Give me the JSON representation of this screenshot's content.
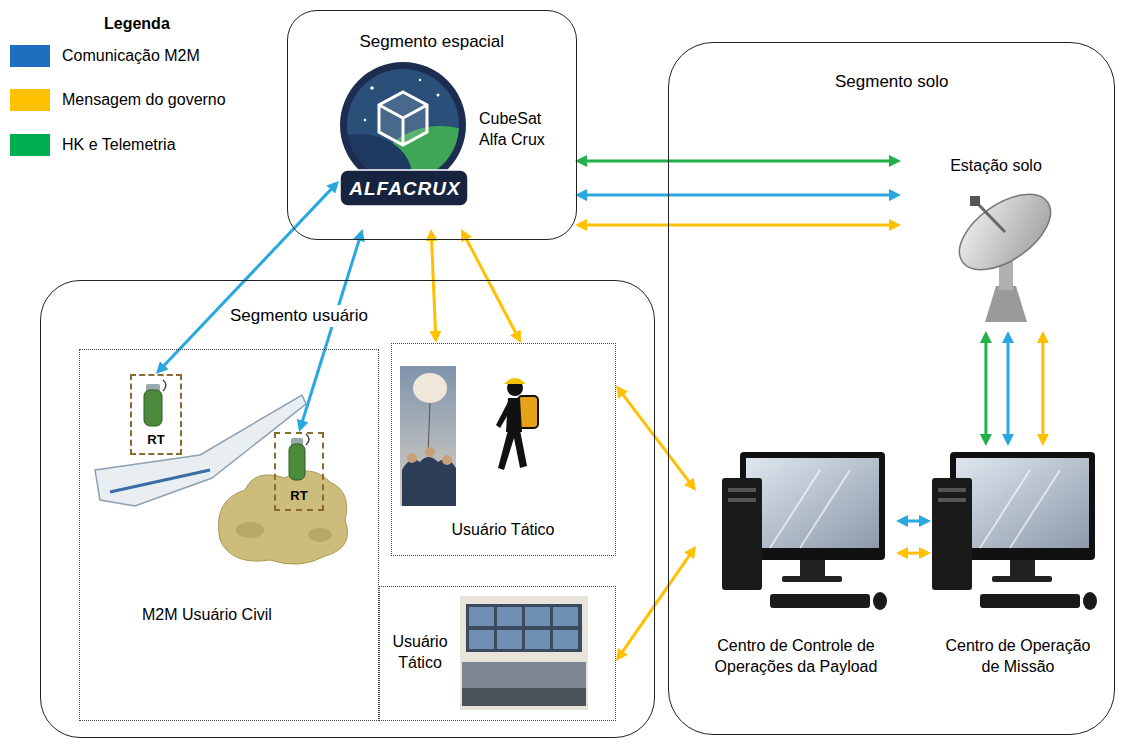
{
  "diagram": {
    "nodes": [
      {
        "text": [
          "Segmento espacial"
        ]
      },
      {
        "text": [
          "ALFACRUX",
          "CubeSat Alfa Crux"
        ],
        "in": 0
      },
      {
        "text": [
          "Segmento solo"
        ]
      },
      {
        "text": [
          "Estação solo"
        ],
        "in": 2
      },
      {
        "text": [
          "Centro de Controle de Operações da Payload"
        ],
        "in": 2
      },
      {
        "text": [
          "Centro de Operação de Missão"
        ],
        "in": 2
      },
      {
        "text": [
          "Segmento usuário"
        ]
      },
      {
        "text": [
          "M2M Usuário Civil"
        ],
        "in": 6
      },
      {
        "text": [
          "RT"
        ],
        "in": 7
      },
      {
        "text": [
          "RT"
        ],
        "in": 7
      },
      {
        "text": [
          "Usuário Tático"
        ],
        "in": 6
      },
      {
        "text": [
          "Usuário Tático"
        ],
        "in": 6
      }
    ],
    "edges": [
      {
        "from": 1,
        "to": 3,
        "arrow": "both"
      },
      {
        "from": 1,
        "to": 3,
        "arrow": "both"
      },
      {
        "from": 1,
        "to": 3,
        "arrow": "both"
      },
      {
        "from": 1,
        "to": 8,
        "arrow": "both"
      },
      {
        "from": 1,
        "to": 9,
        "arrow": "both"
      },
      {
        "from": 1,
        "to": 10,
        "arrow": "both"
      },
      {
        "from": 1,
        "to": 10,
        "arrow": "both"
      },
      {
        "from": 10,
        "to": 4,
        "arrow": "both"
      },
      {
        "from": 11,
        "to": 4,
        "arrow": "both"
      },
      {
        "from": 3,
        "to": 5,
        "arrow": "both"
      },
      {
        "from": 3,
        "to": 5,
        "arrow": "both"
      },
      {
        "from": 3,
        "to": 5,
        "arrow": "both"
      },
      {
        "from": 4,
        "to": 5,
        "arrow": "both"
      },
      {
        "from": 4,
        "to": 5,
        "arrow": "both"
      }
    ],
    "labels": [
      "Legenda"
    ],
    "legend": [
      {
        "text": "Comunicação M2M",
        "color": "#1f6fbf"
      },
      {
        "text": "Mensagem do governo",
        "color": "#ffc000"
      },
      {
        "text": "HK e Telemetria",
        "color": "#00b050"
      }
    ]
  }
}
